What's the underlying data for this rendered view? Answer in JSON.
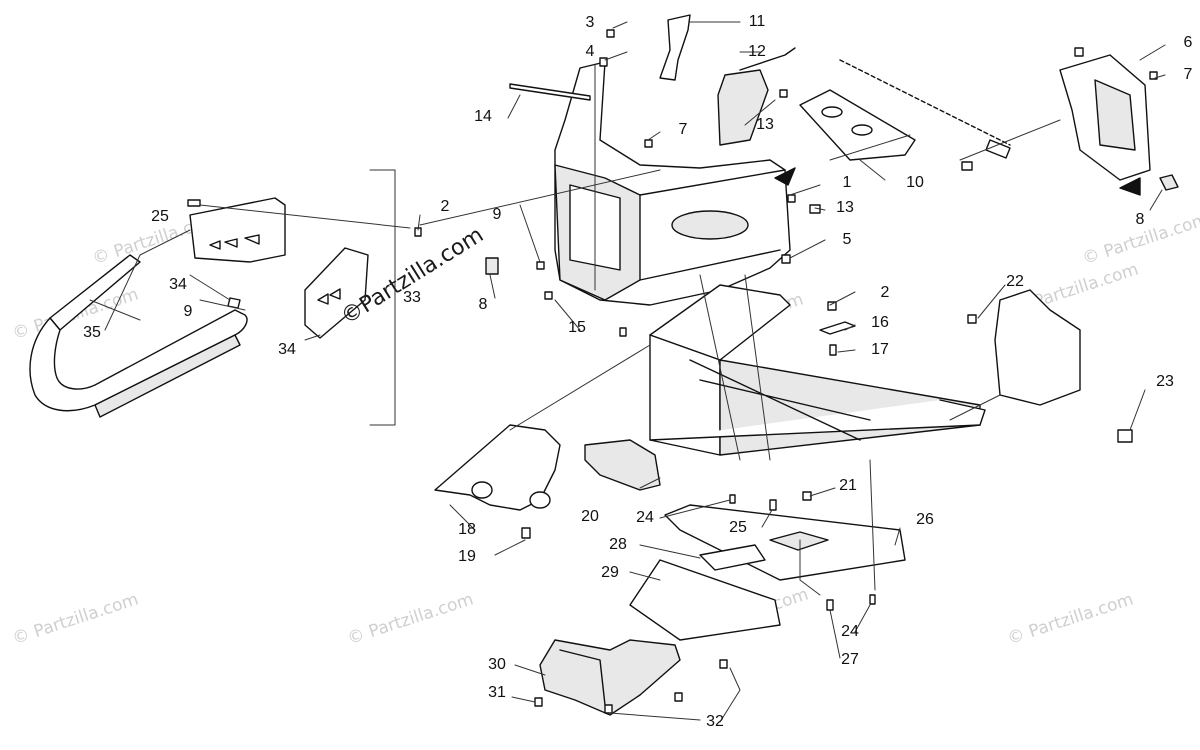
{
  "watermark": {
    "text": "© Partzilla.com",
    "main_text": "©Partzilla.com"
  },
  "callouts": [
    "1",
    "2",
    "3",
    "4",
    "5",
    "6",
    "7",
    "8",
    "9",
    "10",
    "11",
    "12",
    "13",
    "14",
    "15",
    "16",
    "17",
    "18",
    "19",
    "20",
    "21",
    "22",
    "23",
    "24",
    "25",
    "26",
    "27",
    "28",
    "29",
    "30",
    "31",
    "32",
    "33",
    "34",
    "35"
  ],
  "colors": {
    "line": "#111111",
    "fill": "#ffffff",
    "shade": "#e8e8e8",
    "leader": "#333333",
    "watermark": "#cfcfcf"
  }
}
